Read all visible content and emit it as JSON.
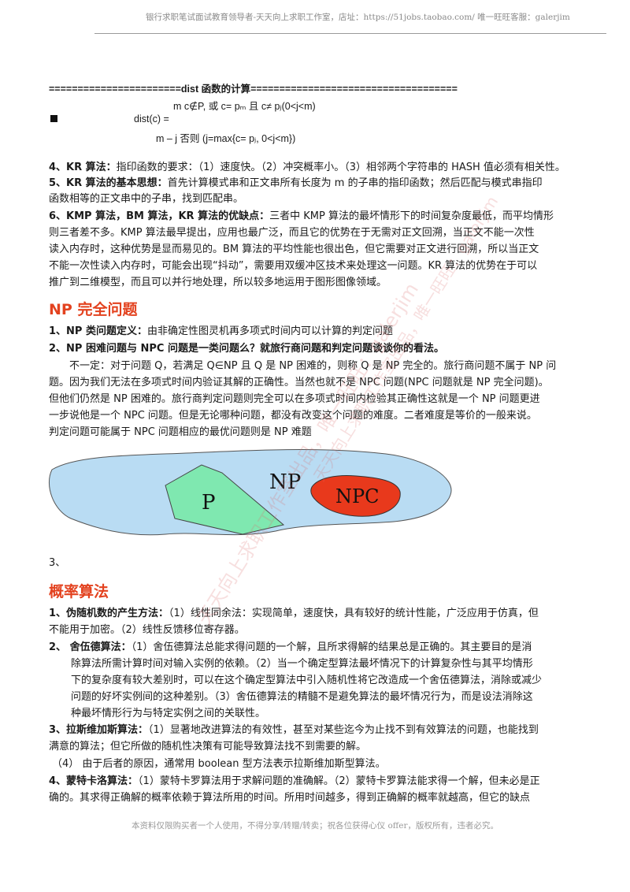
{
  "header": {
    "text": "银行求职笔试面试教育领导者-天天向上求职工作室，店址：https://51jobs.taobao.com/ 唯一旺旺客服：galerjim"
  },
  "dist_section": {
    "title_line": "=======================dist 函数的计算====================================",
    "case1": "m          c∉P,  或 c= pₘ 且 c≠ pⱼ(0<j<m)",
    "def": "dist(c) =",
    "case2": "m – j    否则  (j=max{c= pⱼ, 0<j<m})"
  },
  "kr": {
    "item4_label": "4、KR 算法：",
    "item4_text": "指印函数的要求：（1）速度快。（2）冲突概率小。（3）相邻两个字符串的 HASH 值必须有相关性。",
    "item5_label": "5、KR 算法的基本思想：",
    "item5_text": "首先计算模式串和正文串所有长度为 m 的子串的指印函数；然后匹配与模式串指印",
    "item5_cont": "函数相等的正文串中的子串，找到匹配串。",
    "item6_label": "6、KMP 算法，BM 算法，KR 算法的优缺点：",
    "item6_text": "三者中 KMP 算法的最坏情形下的时间复杂度最低，而平均情形",
    "item6_l2": "则三者差不多。KMP 算法最早提出，应用也最广泛，而且它的优势在于无需对正文回溯，当正文不能一次性",
    "item6_l3": "读入内存时，这种优势是显而易见的。BM 算法的平均性能也很出色，但它需要对正文进行回溯，所以当正文",
    "item6_l4": "不能一次性读入内存时，可能会出现“抖动”，需要用双缓冲区技术来处理这一问题。KR 算法的优势在于可以",
    "item6_l5": "推广到二维模型，而且可以并行地处理，所以较多地运用于图形图像领域。"
  },
  "np": {
    "heading": "NP 完全问题",
    "item1_label": "1、NP 类问题定义：",
    "item1_text": "由非确定性图灵机再多项式时间内可以计算的判定问题",
    "item2": "2、NP 困难问题与 NPC 问题是一类问题么？就旅行商问题和判定问题谈谈你的看法。",
    "p1": "不一定：对于问题 Q，若满足 Q∈NP 且 Q 是 NP 困难的，则称 Q 是 NP 完全的。旅行商问题不属于 NP 问",
    "p2": "题。因为我们无法在多项式时间内验证其解的正确性。当然也就不是 NPC 问题(NPC 问题就是 NP 完全问题)。",
    "p3": "但他们仍然是 NP 困难的。旅行商判定问题则完全可以在多项式时间内检验其正确性这就是一个 NP 问题更进",
    "p4": "一步说他是一个 NPC 问题。但是无论哪种问题，都没有改变这个问题的难度。二者难度是等价的一般来说。",
    "p5": "判定问题可能属于 NPC 问题相应的最优问题则是 NP 难题",
    "diagram_np": "NP",
    "diagram_p": "P",
    "diagram_npc": "NPC",
    "item3": "3、"
  },
  "prob": {
    "heading": "概率算法",
    "i1_label": "1、伪随机数的产生方法：",
    "i1_text": "（1）线性同余法：实现简单，速度快，具有较好的统计性能，广泛应用于仿真，但",
    "i1_cont": "不能用于加密。（2）线性反馈移位寄存器。",
    "i2_label": "2、  舍伍德算法：",
    "i2_text": "（1）舍伍德算法总能求得问题的一个解，且所求得解的结果总是正确的。其主要目的是消",
    "i2_l2": "除算法所需计算时间对输入实例的依赖。（2）当一个确定型算法最坏情况下的计算复杂性与其平均情形",
    "i2_l3": "下的复杂度有较大差别时，可以在这个确定型算法中引入随机性将它改造成一个舍伍德算法，消除或减少",
    "i2_l4": "问题的好坏实例间的这种差别。（3）舍伍德算法的精髓不是避免算法的最坏情况行为，而是设法消除这",
    "i2_l5": "种最坏情形行为与特定实例之间的关联性。",
    "i3_label": "3、拉斯维加斯算法：",
    "i3_text": "（1）显著地改进算法的有效性，甚至对某些迄今为止找不到有效算法的问题，也能找到",
    "i3_l2": "满意的算法；但它所做的随机性决策有可能导致算法找不到需要的解。",
    "i3_l3": "（4）  由于后者的原因，通常用 boolean 型方法表示拉斯维加斯型算法。",
    "i4_label": "4、蒙特卡洛算法：",
    "i4_text": "（1）蒙特卡罗算法用于求解问题的准确解。（2）蒙特卡罗算法能求得一个解，但未必是正",
    "i4_l2": "确的。其求得正确解的概率依赖于算法所用的时间。所用时间越多，得到正确解的概率就越高，但它的缺点"
  },
  "watermark": {
    "text1": "天天向上求职工作室出品，唯一旺旺：galerjim",
    "text2": "天天向上求职工作室出品，唯一旺旺：galerjim"
  },
  "footer": {
    "text": "本资料仅限购买者一个人使用，不得分享/转赠/转卖；祝各位获得心仪 offer，版权所有，违者必究。"
  },
  "colors": {
    "heading": "#e3421f",
    "np_fill": "#b9dcf3",
    "p_fill": "#7fe8b0",
    "npc_fill": "#e8391c"
  }
}
